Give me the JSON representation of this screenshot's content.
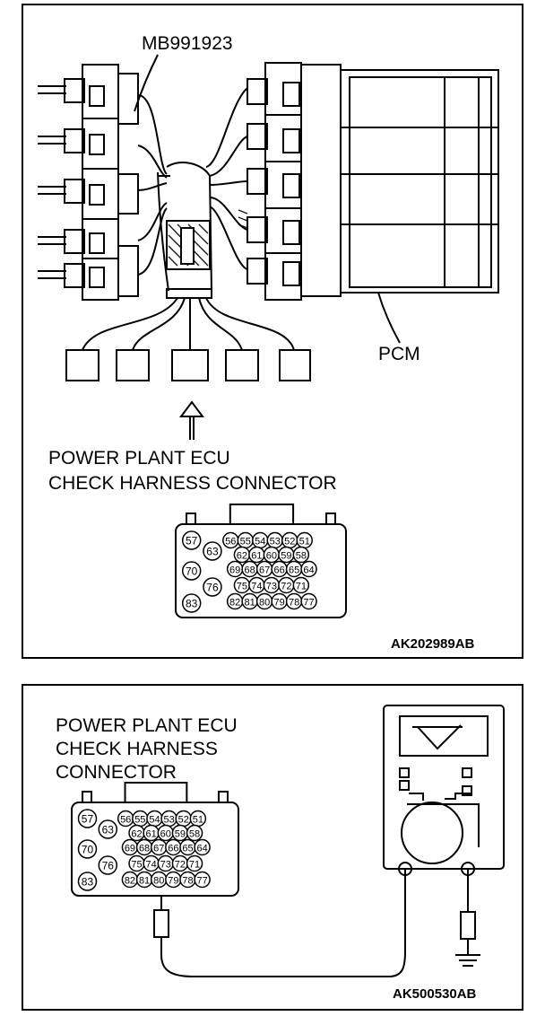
{
  "figure1": {
    "tool_label": "MB991923",
    "pcm_label": "PCM",
    "connector_caption": [
      "POWER PLANT ECU",
      "CHECK HARNESS CONNECTOR"
    ],
    "code": "AK202989AB",
    "pins": [
      "57",
      "63",
      "70",
      "76",
      "83",
      "56",
      "55",
      "54",
      "53",
      "52",
      "51",
      "62",
      "61",
      "60",
      "59",
      "58",
      "69",
      "68",
      "67",
      "66",
      "65",
      "64",
      "75",
      "74",
      "73",
      "72",
      "71",
      "82",
      "81",
      "80",
      "79",
      "78",
      "77"
    ]
  },
  "figure2": {
    "connector_caption": [
      "POWER PLANT ECU",
      "CHECK HARNESS",
      "CONNECTOR"
    ],
    "code": "AK500530AB",
    "pins": [
      "57",
      "63",
      "70",
      "76",
      "83",
      "56",
      "55",
      "54",
      "53",
      "52",
      "51",
      "62",
      "61",
      "60",
      "59",
      "58",
      "69",
      "68",
      "67",
      "66",
      "65",
      "64",
      "75",
      "74",
      "73",
      "72",
      "71",
      "82",
      "81",
      "80",
      "79",
      "78",
      "77"
    ],
    "probe_pin": "80"
  }
}
